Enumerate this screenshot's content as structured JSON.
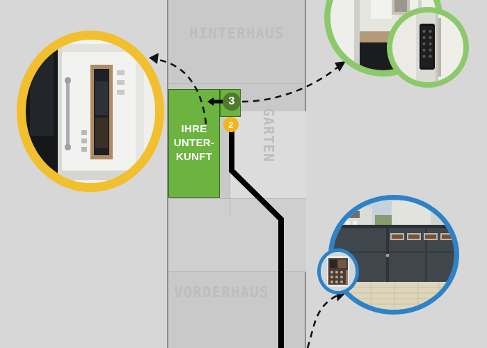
{
  "map": {
    "labels": {
      "rear_building": "HINTERHAUS",
      "front_building": "VORDERHAUS",
      "garden": "GARTEN"
    },
    "accommodation": {
      "line1": "IHRE",
      "line2": "UNTER-",
      "line3": "KUNFT"
    },
    "markers": [
      {
        "id": "marker-3",
        "label": "3",
        "color": "#4e7a2e"
      },
      {
        "id": "marker-2",
        "label": "2",
        "color": "#f5b51a"
      }
    ]
  },
  "photos": [
    {
      "name": "front-door-photo",
      "ring_color": "#f2bf2e",
      "alt": "white entrance door with vertical glass panel"
    },
    {
      "name": "apartment-door-photo",
      "ring_color": "#8cc96b",
      "alt": "apartment door in hallway"
    },
    {
      "name": "keypad-lock-photo",
      "ring_color": "#8cc96b",
      "alt": "black keypad door lock"
    },
    {
      "name": "street-gate-photo",
      "ring_color": "#2d82c8",
      "alt": "dark grey gate with mailboxes"
    },
    {
      "name": "gate-intercom-photo",
      "ring_color": "#2d82c8",
      "alt": "gate intercom keypad close-up"
    }
  ],
  "colors": {
    "accent_green": "#6cb33f",
    "marker_green": "#4e7a2e",
    "marker_yellow": "#f5b51a",
    "ring_yellow": "#f2bf2e",
    "ring_green": "#8cc96b",
    "ring_blue": "#2d82c8",
    "map_grey": "#c9c9c9",
    "page_grey": "#d7d7d7"
  }
}
